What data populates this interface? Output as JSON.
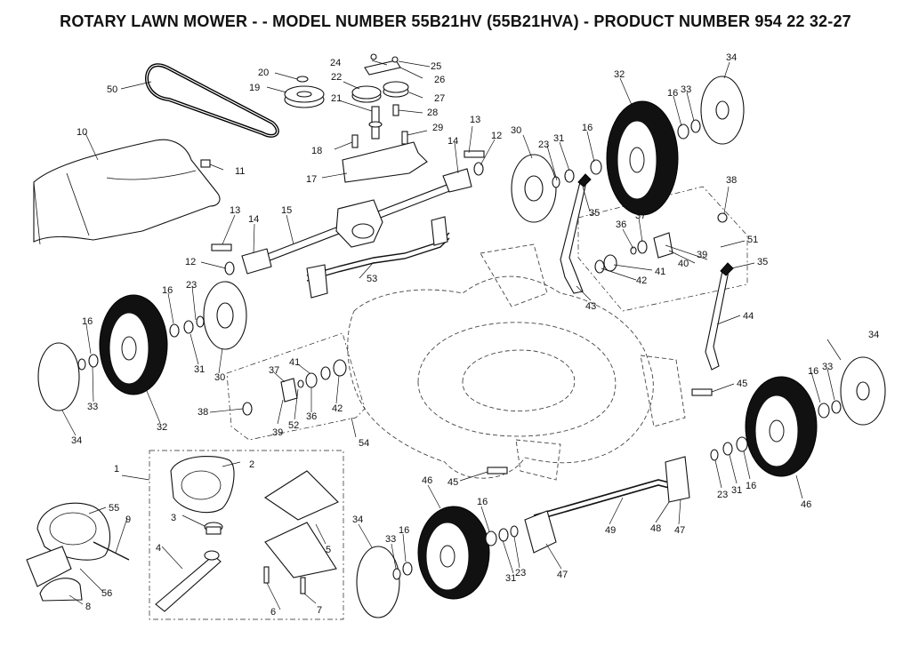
{
  "title": "ROTARY LAWN MOWER - - MODEL NUMBER 55B21HV (55B21HVA) - PRODUCT NUMBER 954 22 32-27",
  "callouts": {
    "c1": "1",
    "c2": "2",
    "c3": "3",
    "c4": "4",
    "c5": "5",
    "c6": "6",
    "c7": "7",
    "c8": "8",
    "c9": "9",
    "c10": "10",
    "c11": "11",
    "c12a": "12",
    "c12b": "12",
    "c13a": "13",
    "c13b": "13",
    "c14a": "14",
    "c14b": "14",
    "c15": "15",
    "c16a": "16",
    "c16b": "16",
    "c16c": "16",
    "c16d": "16",
    "c16e": "16",
    "c16f": "16",
    "c16g": "16",
    "c16h": "16",
    "c17": "17",
    "c18": "18",
    "c19": "19",
    "c20": "20",
    "c21": "21",
    "c22": "22",
    "c23a": "23",
    "c23b": "23",
    "c23c": "23",
    "c23d": "23",
    "c24": "24",
    "c25": "25",
    "c26": "26",
    "c27": "27",
    "c28": "28",
    "c29": "29",
    "c30a": "30",
    "c30b": "30",
    "c31a": "31",
    "c31b": "31",
    "c31c": "31",
    "c31d": "31",
    "c32a": "32",
    "c32b": "32",
    "c33a": "33",
    "c33b": "33",
    "c33c": "33",
    "c33d": "33",
    "c34a": "34",
    "c34b": "34",
    "c34c": "34",
    "c34d": "34",
    "c35a": "35",
    "c35b": "35",
    "c36a": "36",
    "c36b": "36",
    "c37a": "37",
    "c37b": "37",
    "c38a": "38",
    "c38b": "38",
    "c39a": "39",
    "c39b": "39",
    "c40": "40",
    "c41a": "41",
    "c41b": "41",
    "c42a": "42",
    "c42b": "42",
    "c43": "43",
    "c44": "44",
    "c45a": "45",
    "c45b": "45",
    "c46a": "46",
    "c46b": "46",
    "c47": "47",
    "c48": "48",
    "c49": "49",
    "c50": "50",
    "c51": "51",
    "c52": "52",
    "c53": "53",
    "c54": "54",
    "c55": "55",
    "c56": "56"
  }
}
